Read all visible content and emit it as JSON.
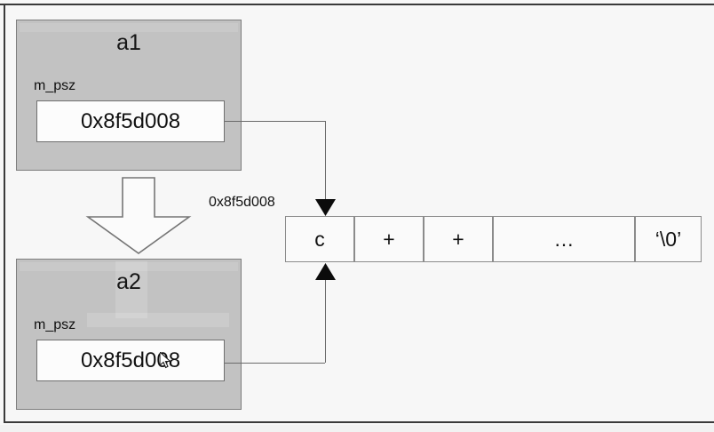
{
  "diagram": {
    "title_a1": "a1",
    "title_a2": "a2",
    "member_label_a1": "m_psz",
    "member_label_a2": "m_psz",
    "pointer_value_a1": "0x8f5d008",
    "pointer_value_a2": "0x8f5d008",
    "heap_address_label": "0x8f5d008",
    "string_cells": [
      {
        "text": "c"
      },
      {
        "text": "+"
      },
      {
        "text": "+"
      },
      {
        "text": "…"
      },
      {
        "text": "‘\\0’"
      }
    ],
    "big_arrow_name": "copy-down-arrow",
    "colors": {
      "object_fill": "#c2c2c2",
      "object_border": "#7d7d7d",
      "field_fill": "#fcfcfc",
      "cell_fill": "#fafafa",
      "connector": "#6a6a6a",
      "frame": "#3a3a3a",
      "background": "#f7f7f7"
    }
  }
}
